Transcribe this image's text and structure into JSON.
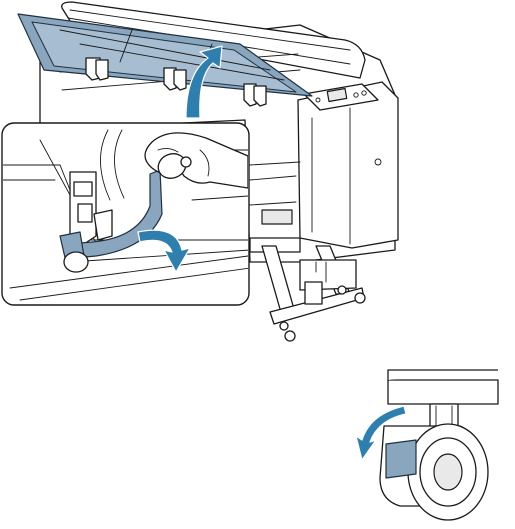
{
  "illustration": {
    "printer": {
      "parts": [
        "printer-cover",
        "cover-arrow-icon",
        "control-panel",
        "printer-stand",
        "caster-wheel"
      ]
    },
    "inset": {
      "parts": [
        "strap-holder",
        "blue-strap",
        "hand",
        "down-arrow-icon"
      ]
    },
    "caster": {
      "parts": [
        "caster-body",
        "brake-pedal",
        "brake-arrow-icon"
      ]
    }
  },
  "colors": {
    "accent_arrow": "#2f7fae",
    "part_blue": "#8aa6bf",
    "outline": "#1a1a1a"
  }
}
